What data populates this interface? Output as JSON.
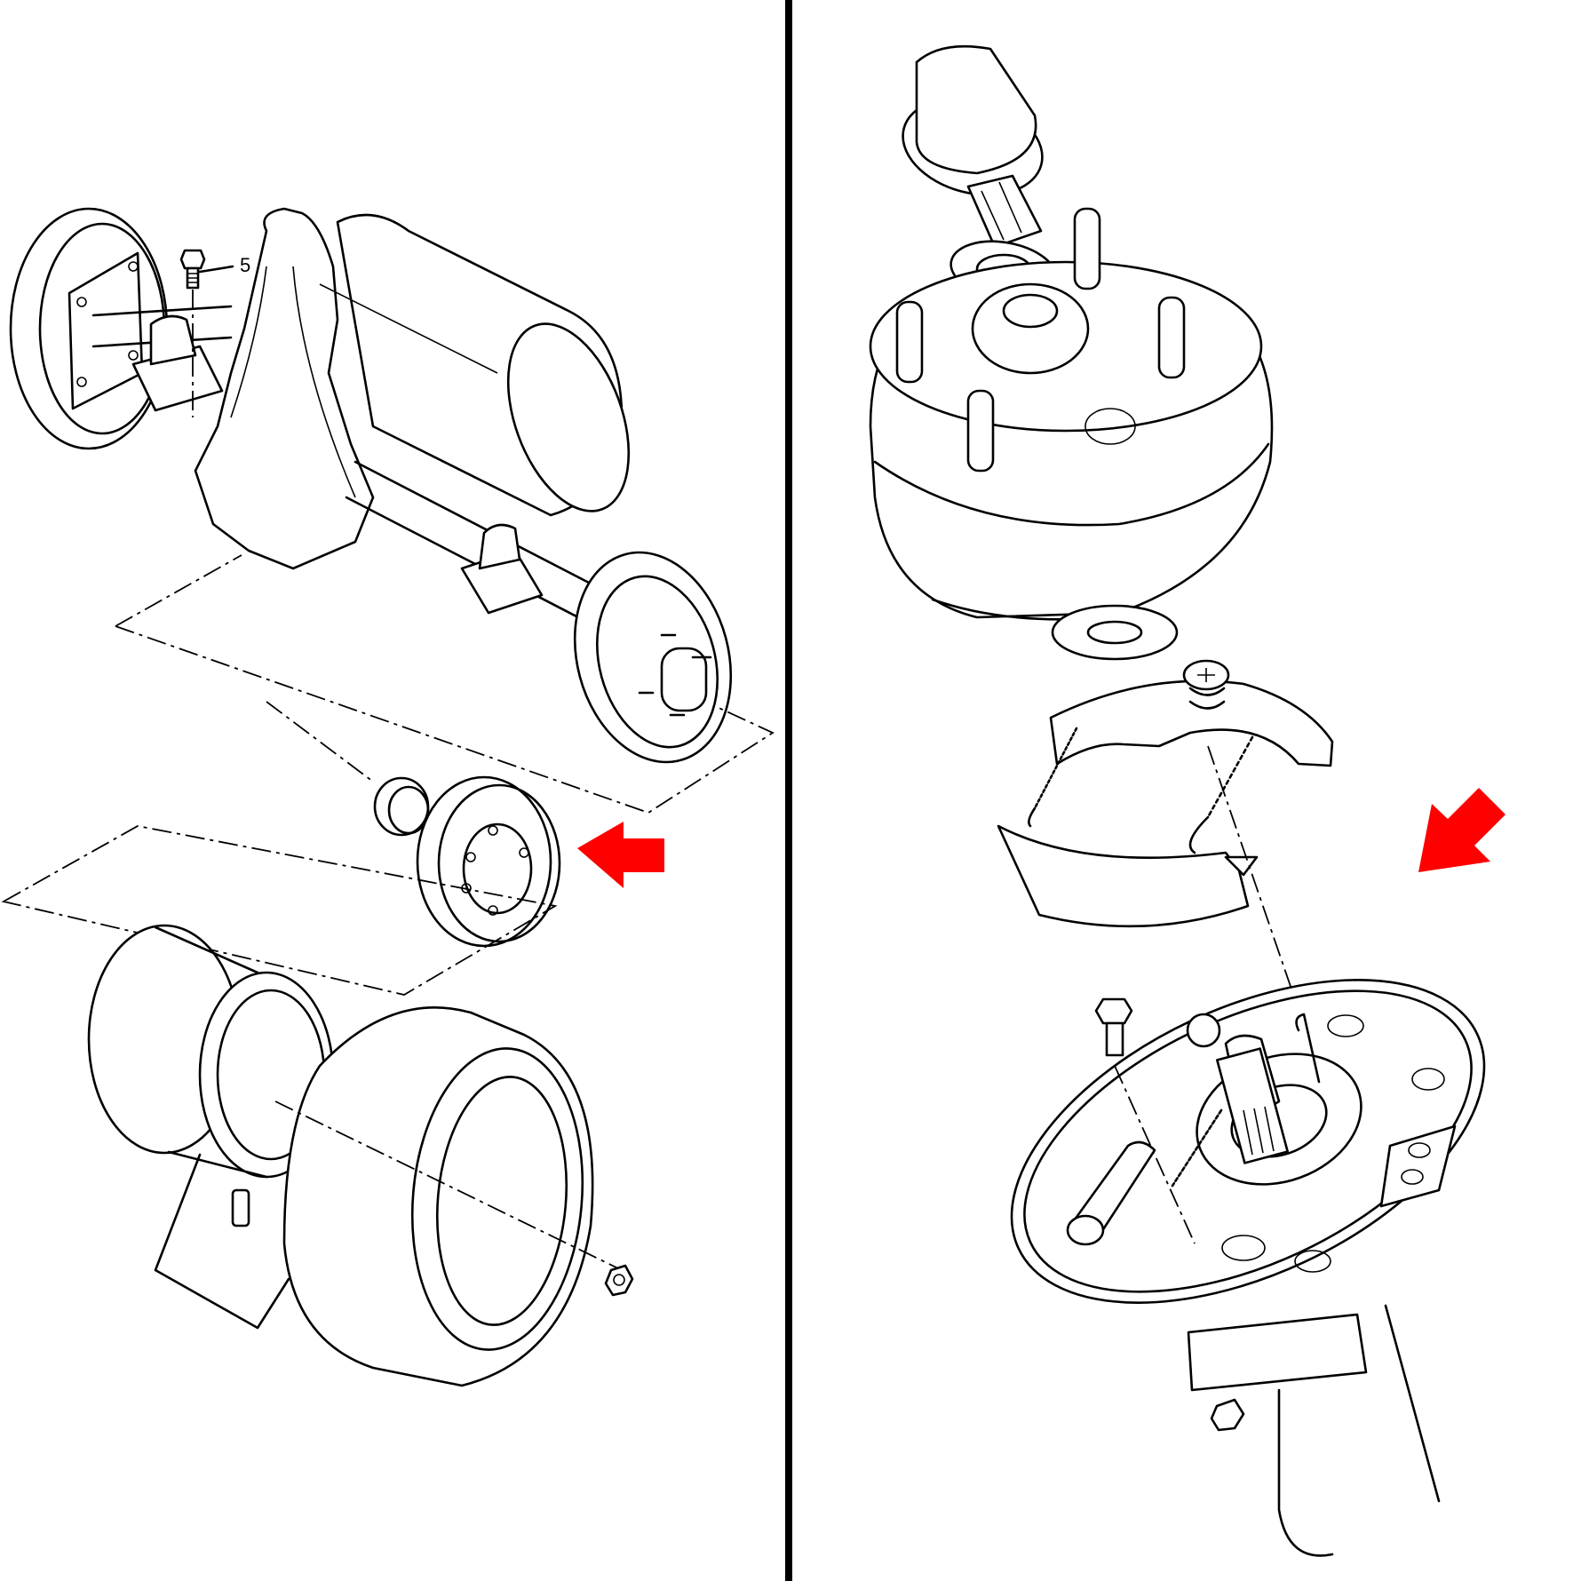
{
  "figure": {
    "layout": "two-panel exploded parts diagram",
    "left_panel": {
      "description": "Rear axle / motor assembly with brake drum, wheel rim, tire, valve stem and lug nut",
      "callouts": [
        {
          "label": "5",
          "part": "bolt"
        }
      ],
      "indicator_arrow": {
        "direction": "left",
        "points_to": "brake drum",
        "color": "#ff0000"
      }
    },
    "right_panel": {
      "description": "Brake drum hub with studs, dust cap, castle nut, washer, brake shoes with springs, and backing plate assembly",
      "callouts": [],
      "indicator_arrow": {
        "direction": "down-left",
        "points_to": "brake shoes",
        "color": "#ff0000"
      }
    },
    "divider_color": "#000000",
    "arrow_color": "#ff0000"
  }
}
